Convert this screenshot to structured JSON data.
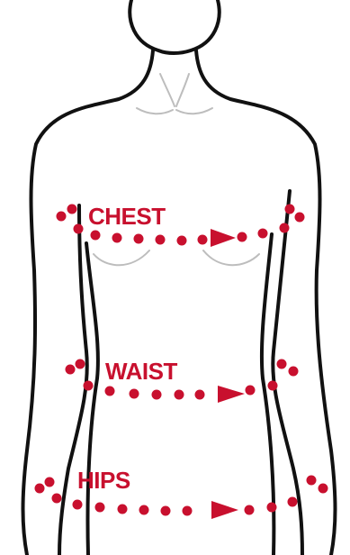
{
  "colors": {
    "accent": "#c8102e",
    "outline": "#111111",
    "detail": "#bdbdbd"
  },
  "measurements": [
    {
      "key": "chest",
      "label": "CHEST"
    },
    {
      "key": "waist",
      "label": "WAIST"
    },
    {
      "key": "hips",
      "label": "HIPS"
    }
  ],
  "icons": [
    "body-outline-icon",
    "arrow-right-icon"
  ]
}
